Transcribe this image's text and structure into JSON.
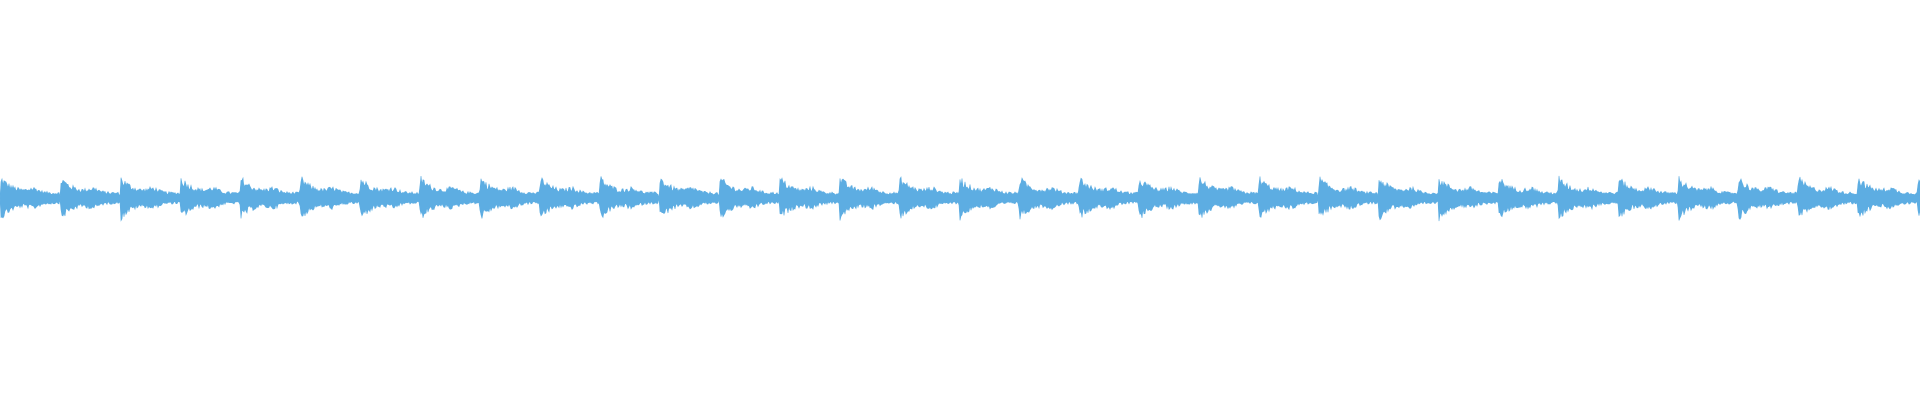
{
  "waveform": {
    "color": "#5DADE2",
    "beat_count": 33,
    "beat_peak": 0.9,
    "sustain_level": 0.3,
    "decay_shape": "exponential"
  }
}
